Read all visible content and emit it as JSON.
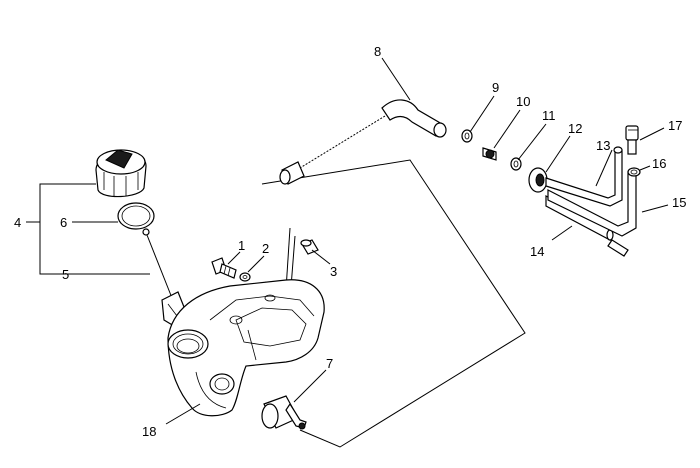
{
  "callouts": [
    {
      "id": "c1",
      "text": "1"
    },
    {
      "id": "c2",
      "text": "2"
    },
    {
      "id": "c3",
      "text": "3"
    },
    {
      "id": "c4",
      "text": "4"
    },
    {
      "id": "c5",
      "text": "5"
    },
    {
      "id": "c6",
      "text": "6"
    },
    {
      "id": "c7",
      "text": "7"
    },
    {
      "id": "c8",
      "text": "8"
    },
    {
      "id": "c9",
      "text": "9"
    },
    {
      "id": "c10",
      "text": "10"
    },
    {
      "id": "c11",
      "text": "11"
    },
    {
      "id": "c12",
      "text": "12"
    },
    {
      "id": "c13",
      "text": "13"
    },
    {
      "id": "c14",
      "text": "14"
    },
    {
      "id": "c15",
      "text": "15"
    },
    {
      "id": "c16",
      "text": "16"
    },
    {
      "id": "c17",
      "text": "17"
    },
    {
      "id": "c18",
      "text": "18"
    }
  ]
}
